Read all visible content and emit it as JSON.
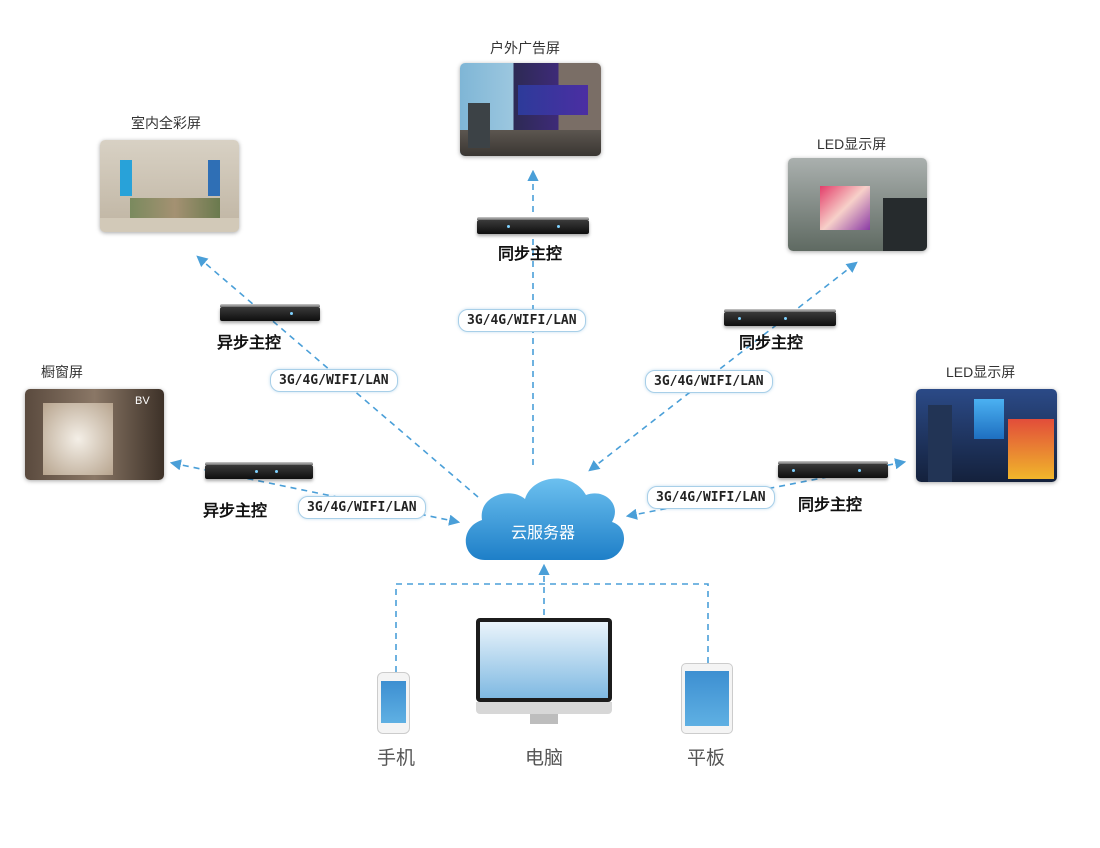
{
  "cloud": {
    "label": "云服务器"
  },
  "network_label": "3G/4G/WIFI/LAN",
  "screens": {
    "outdoor": {
      "title": "户外广告屏"
    },
    "indoor": {
      "title": "室内全彩屏"
    },
    "led_top": {
      "title": "LED显示屏"
    },
    "window": {
      "title": "橱窗屏"
    },
    "led_right": {
      "title": "LED显示屏"
    }
  },
  "controllers": {
    "top": {
      "label": "同步主控"
    },
    "upper_left": {
      "label": "异步主控"
    },
    "upper_right": {
      "label": "同步主控"
    },
    "lower_left": {
      "label": "异步主控"
    },
    "lower_right": {
      "label": "同步主控"
    }
  },
  "clients": {
    "phone": {
      "label": "手机"
    },
    "computer": {
      "label": "电脑"
    },
    "tablet": {
      "label": "平板"
    }
  },
  "photo_texts": {
    "window_sign": "BV"
  },
  "colors": {
    "arrow": "#4a9fd8",
    "cloud_top": "#6cc0ef",
    "cloud_bottom": "#1e7fc8"
  }
}
